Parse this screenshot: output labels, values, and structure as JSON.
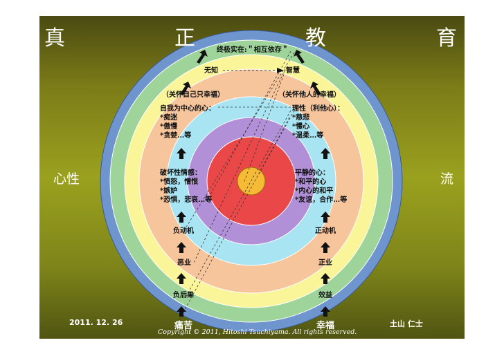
{
  "title": {
    "c1": "真",
    "c2": "正",
    "c3": "教",
    "c4": "育"
  },
  "side": {
    "left": "心性",
    "right": "流"
  },
  "footer": {
    "date": "2011. 12. 26",
    "author": "土山 仁士",
    "copyright": "Copyright © 2011, Hitoshi Tsuchiyama. All rights reserved."
  },
  "top": {
    "ultimate": "终极实在:＂相互依存＂",
    "ignorance": "无知",
    "wisdom": "智慧"
  },
  "left_column": {
    "header": "（关怀自己只幸福）",
    "mind_title": "自我为中心的心：",
    "mind_items": [
      "*痴迷",
      "*傲慢",
      "*贪婪…等"
    ],
    "emotion_title": "破坏性情感：",
    "emotion_items": [
      "*愤怒，憎恨",
      "*嫉妒",
      "*恐惧，悲哀…等"
    ],
    "motive": "负动机",
    "action": "恶业",
    "result": "负后果",
    "end": "痛苦"
  },
  "right_column": {
    "header": "（关怀他人的幸福）",
    "mind_title": "理性（利他心）：",
    "mind_items": [
      "*慈悲",
      "*慢心",
      "*温柔…等"
    ],
    "emotion_title": "平静的心：",
    "emotion_items": [
      "*和平的心",
      "*内心的和平",
      "*友谊，合作…等"
    ],
    "motive": "正动机",
    "action": "正业",
    "result": "效益",
    "end": "幸福"
  },
  "colors": {
    "rings": [
      "#6f95cf",
      "#9ed39a",
      "#fbf59a",
      "#f6c59c",
      "#a8e4f2",
      "#b190d8",
      "#ea4748",
      "#f6bb36"
    ]
  }
}
